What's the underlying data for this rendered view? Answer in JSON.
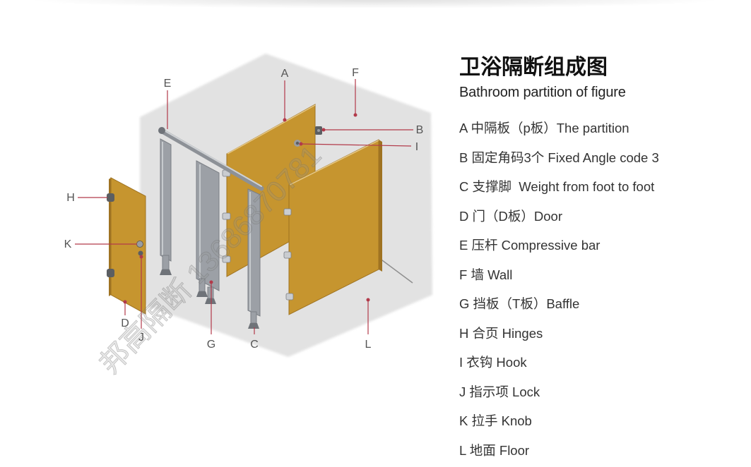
{
  "title": "卫浴隔断组成图",
  "subtitle": "Bathroom partition of figure",
  "legend": [
    {
      "key": "A",
      "desc": "中隔板（p板）The partition"
    },
    {
      "key": "B",
      "desc": "固定角码3个 Fixed Angle code 3"
    },
    {
      "key": "C",
      "desc": "支撑脚  Weight from foot to foot"
    },
    {
      "key": "D",
      "desc": "门（D板）Door"
    },
    {
      "key": "E",
      "desc": "压杆 Compressive bar"
    },
    {
      "key": "F",
      "desc": "墙 Wall"
    },
    {
      "key": "G",
      "desc": "挡板（T板）Baffle"
    },
    {
      "key": "H",
      "desc": "合页 Hinges"
    },
    {
      "key": "I",
      "desc": "衣钩 Hook"
    },
    {
      "key": "J",
      "desc": "指示项 Lock"
    },
    {
      "key": "K",
      "desc": "拉手 Knob"
    },
    {
      "key": "L",
      "desc": "地面 Floor"
    }
  ],
  "watermark": "邦高隔断 13686870781",
  "colors": {
    "panel": "#c6952f",
    "panel_edge": "#9f7322",
    "metal": "#9ca0a6",
    "leader": "#b23a4a",
    "wall": "#e2e2e2",
    "text": "#333333"
  }
}
